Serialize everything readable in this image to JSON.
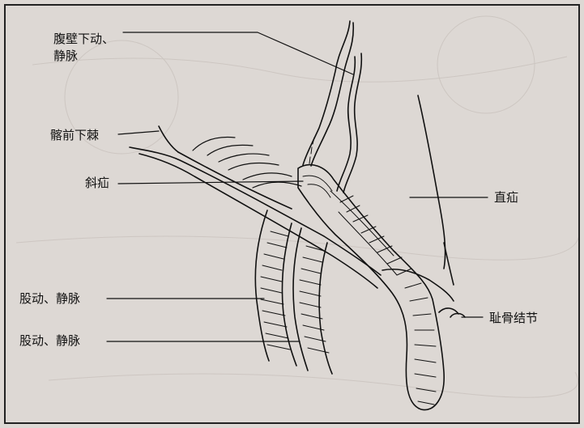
{
  "labels": {
    "epigastric_vessels": "腹壁下动、\n静脉",
    "asis": "髂前下棘",
    "indirect_hernia": "斜疝",
    "femoral_vessels_1": "股动、静脉",
    "femoral_vessels_2": "股动、静脉",
    "direct_hernia": "直疝",
    "pubic_tubercle": "耻骨结节"
  }
}
